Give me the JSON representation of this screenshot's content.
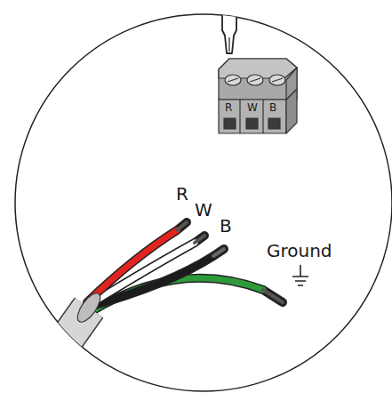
{
  "diagram": {
    "labels": [
      "R",
      "W",
      "B",
      "R",
      "W",
      "B",
      "Ground"
    ]
  }
}
